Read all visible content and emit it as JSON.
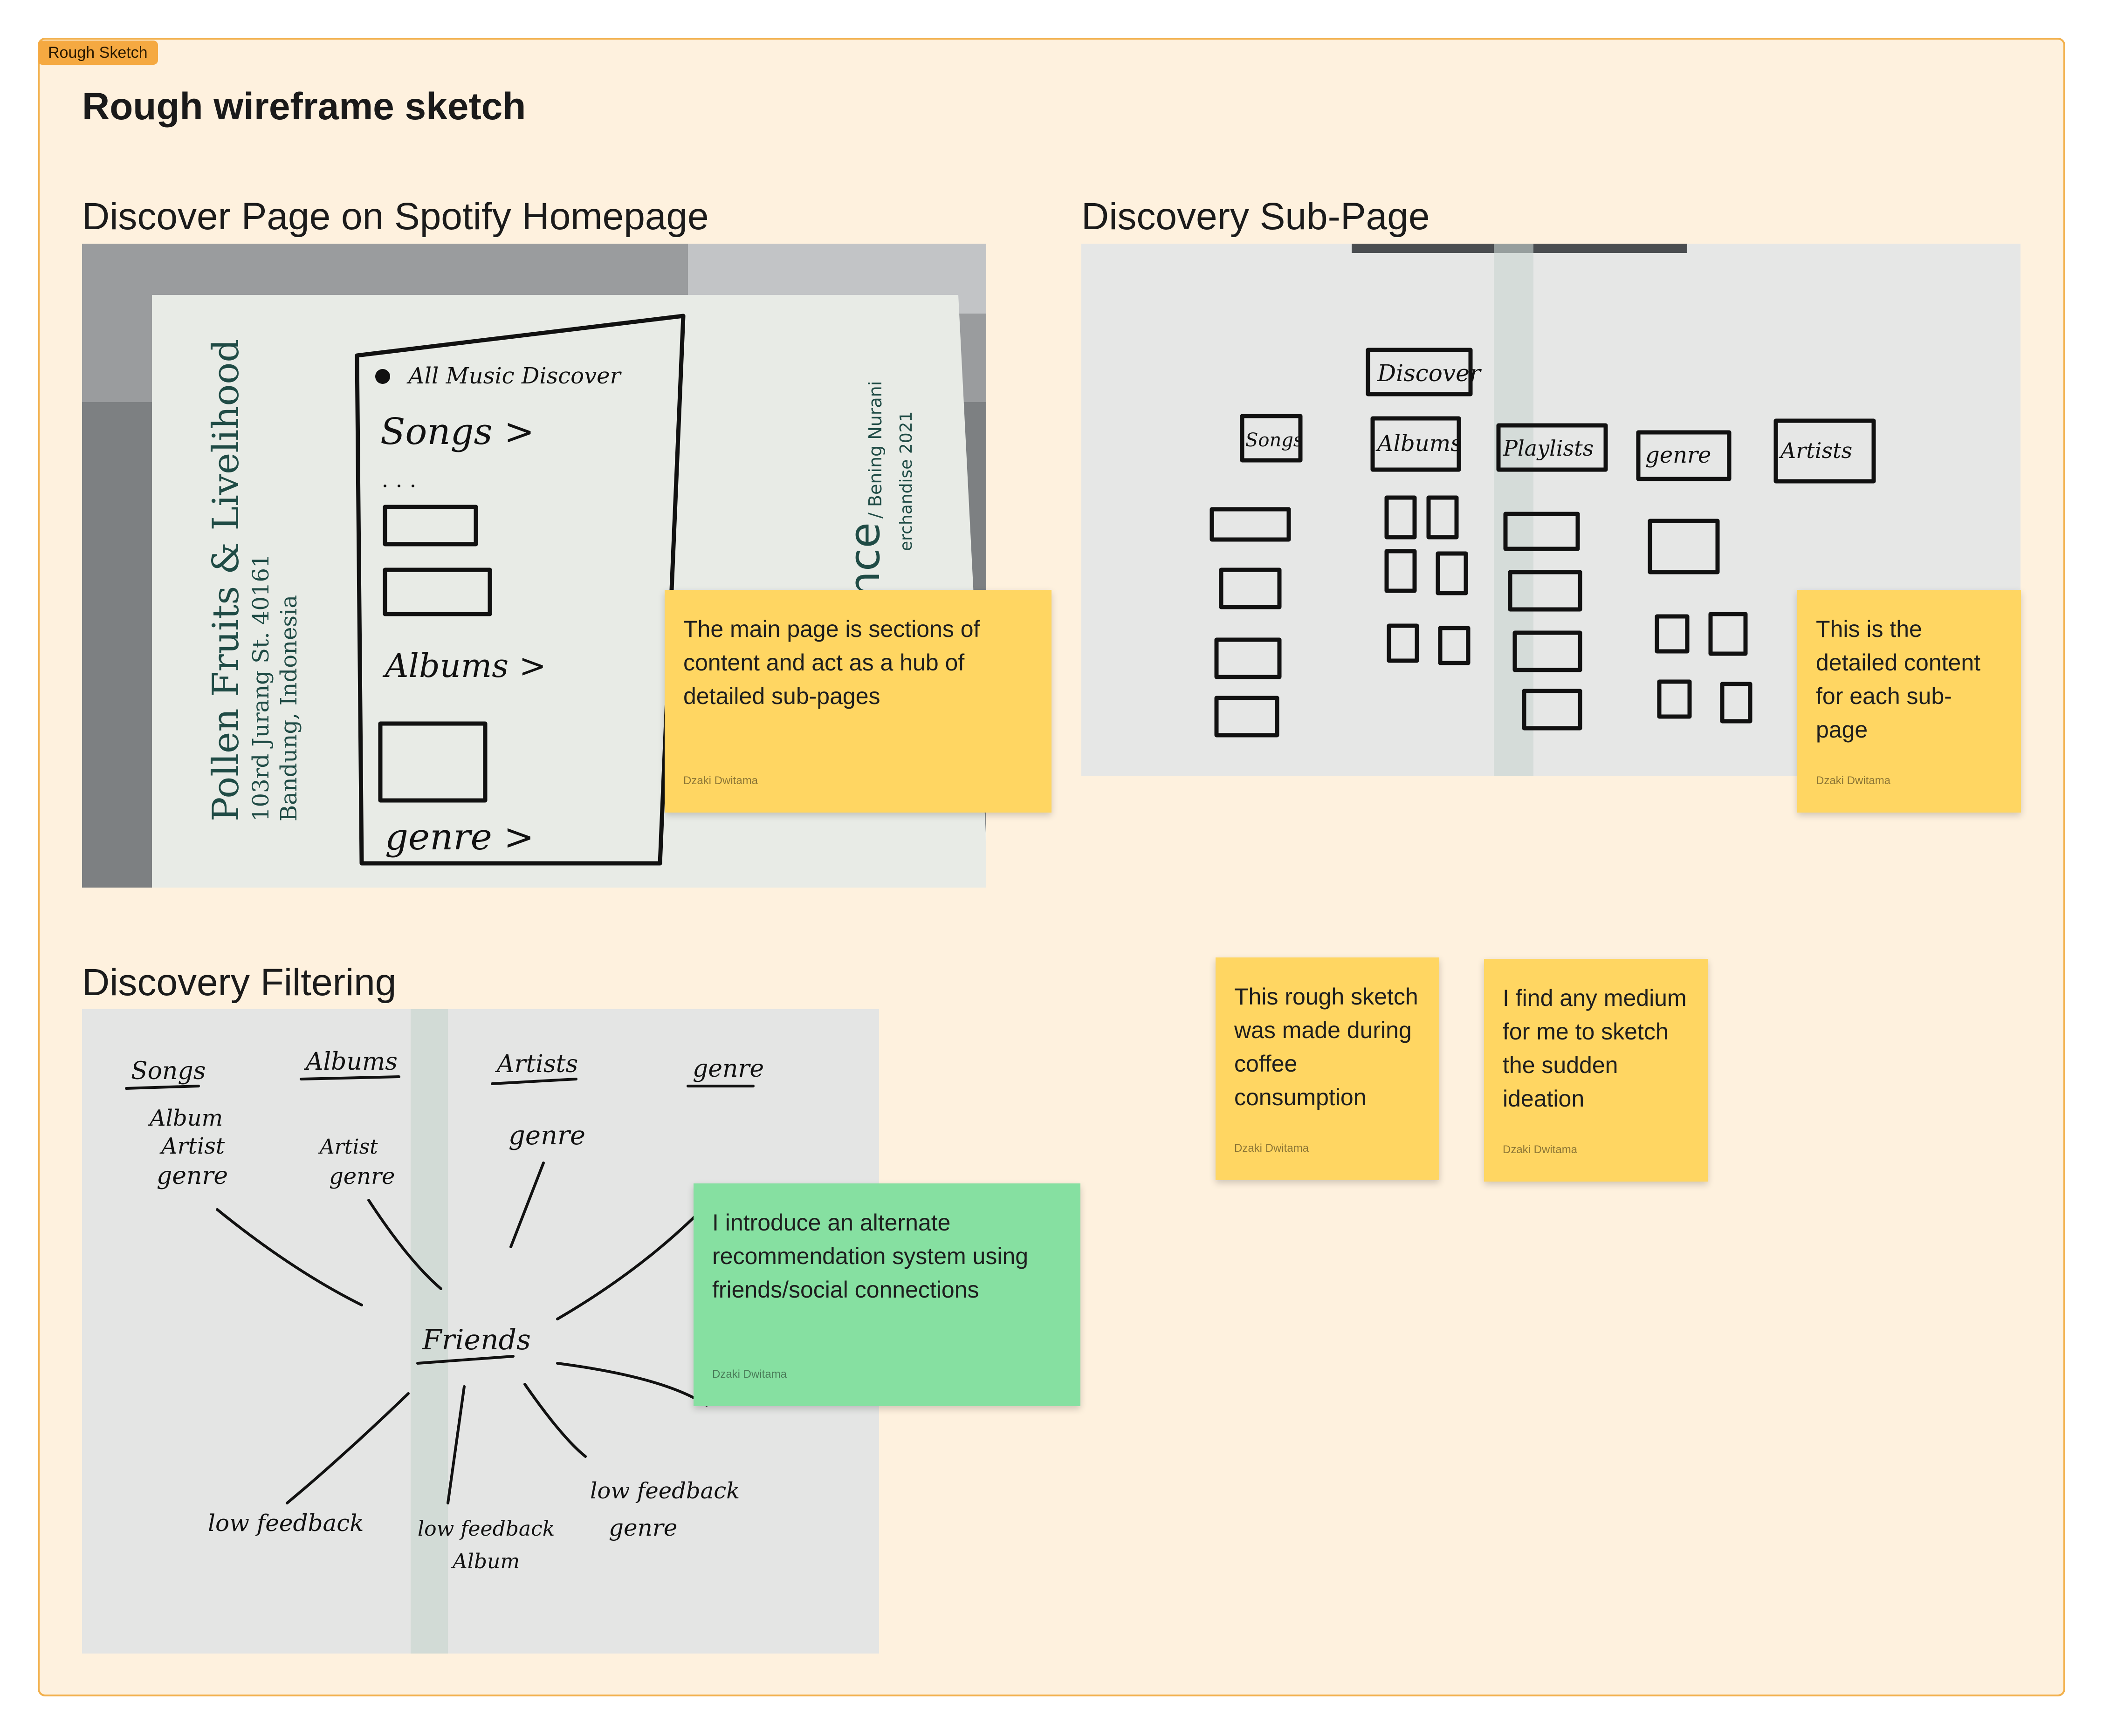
{
  "section": {
    "tag": "Rough Sketch",
    "title": "Rough wireframe sketch"
  },
  "panels": {
    "homepage": {
      "heading": "Discover Page on Spotify Homepage",
      "card_title": "Pollen Fruits & Livelihood",
      "card_address1": "103rd Jurang St. 40161",
      "card_address2": "Bandung, Indonesia",
      "card_side1": "/ Bening Nurani",
      "card_side2": "erchandise 2021",
      "card_side3": "nce",
      "sketch_header": "All Music Discover",
      "sketch_songs": "Songs >",
      "sketch_albums": "Albums >",
      "sketch_genre": "genre >"
    },
    "subpage": {
      "heading": "Discovery Sub-Page",
      "sketch_discover": "Discover",
      "sketch_tabs": [
        "Songs",
        "Albums",
        "Playlists",
        "genre",
        "Artists"
      ]
    },
    "filtering": {
      "heading": "Discovery Filtering",
      "sketch_cols": [
        "Songs",
        "Albums",
        "Artists",
        "genre"
      ],
      "sketch_sub1": [
        "Album",
        "Artist",
        "genre"
      ],
      "sketch_sub2": [
        "Artist",
        "genre"
      ],
      "sketch_sub3": "genre",
      "sketch_center": "Friends",
      "sketch_bottom": [
        "low feedback",
        "low feedback",
        "Album",
        "low feedback",
        "genre"
      ]
    }
  },
  "notes": [
    {
      "text": "The main page is sections of content and act as a hub of detailed sub-pages",
      "author": "Dzaki Dwitama",
      "color": "#ffd662"
    },
    {
      "text": "This is the detailed content for each sub-page",
      "author": "Dzaki Dwitama",
      "color": "#ffd662"
    },
    {
      "text": "This rough sketch was made during coffee consumption",
      "author": "Dzaki Dwitama",
      "color": "#ffd662"
    },
    {
      "text": "I find any medium for me to sketch the sudden ideation",
      "author": "Dzaki Dwitama",
      "color": "#ffd662"
    },
    {
      "text": "I introduce an alternate recommendation system using friends/social connections",
      "author": "Dzaki Dwitama",
      "color": "#86e0a1"
    }
  ]
}
